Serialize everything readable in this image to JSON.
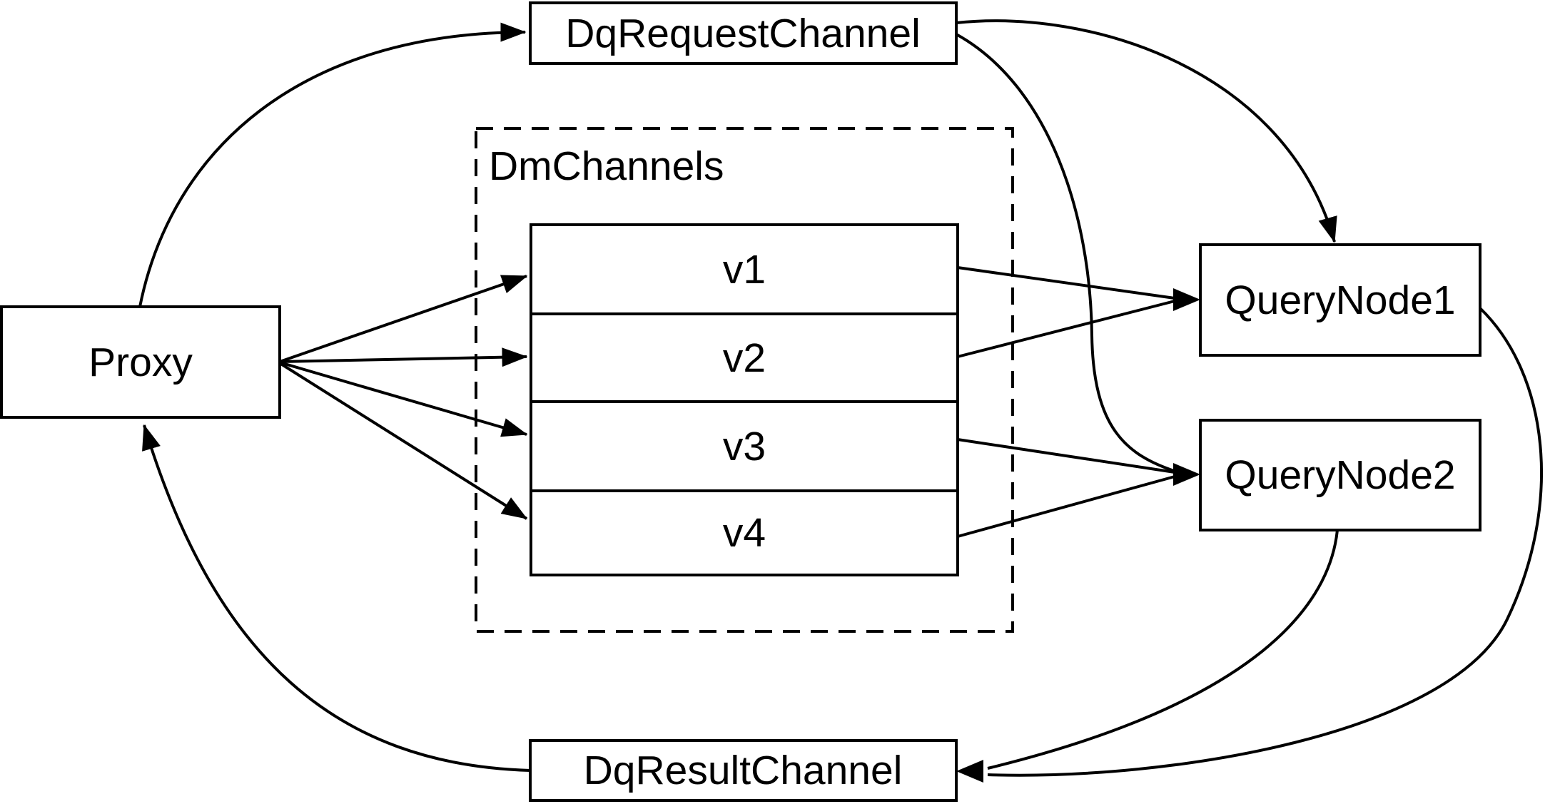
{
  "diagram": {
    "background": "#ffffff",
    "ink_color": "#000000",
    "nodes": {
      "proxy": {
        "label": "Proxy"
      },
      "dq_request_channel": {
        "label": "DqRequestChannel"
      },
      "dm_channels_group": {
        "label": "DmChannels"
      },
      "channels": [
        {
          "label": "v1"
        },
        {
          "label": "v2"
        },
        {
          "label": "v3"
        },
        {
          "label": "v4"
        }
      ],
      "query_node_1": {
        "label": "QueryNode1"
      },
      "query_node_2": {
        "label": "QueryNode2"
      },
      "dq_result_channel": {
        "label": "DqResultChannel"
      }
    },
    "edges": [
      {
        "from": "Proxy",
        "to": "DqRequestChannel"
      },
      {
        "from": "Proxy",
        "to": "v1"
      },
      {
        "from": "Proxy",
        "to": "v2"
      },
      {
        "from": "Proxy",
        "to": "v3"
      },
      {
        "from": "Proxy",
        "to": "v4"
      },
      {
        "from": "v1",
        "to": "QueryNode1"
      },
      {
        "from": "v2",
        "to": "QueryNode1"
      },
      {
        "from": "v3",
        "to": "QueryNode2"
      },
      {
        "from": "v4",
        "to": "QueryNode2"
      },
      {
        "from": "DqRequestChannel",
        "to": "QueryNode1"
      },
      {
        "from": "DqRequestChannel",
        "to": "QueryNode2"
      },
      {
        "from": "QueryNode1",
        "to": "DqResultChannel"
      },
      {
        "from": "QueryNode2",
        "to": "DqResultChannel"
      },
      {
        "from": "DqResultChannel",
        "to": "Proxy"
      }
    ]
  }
}
